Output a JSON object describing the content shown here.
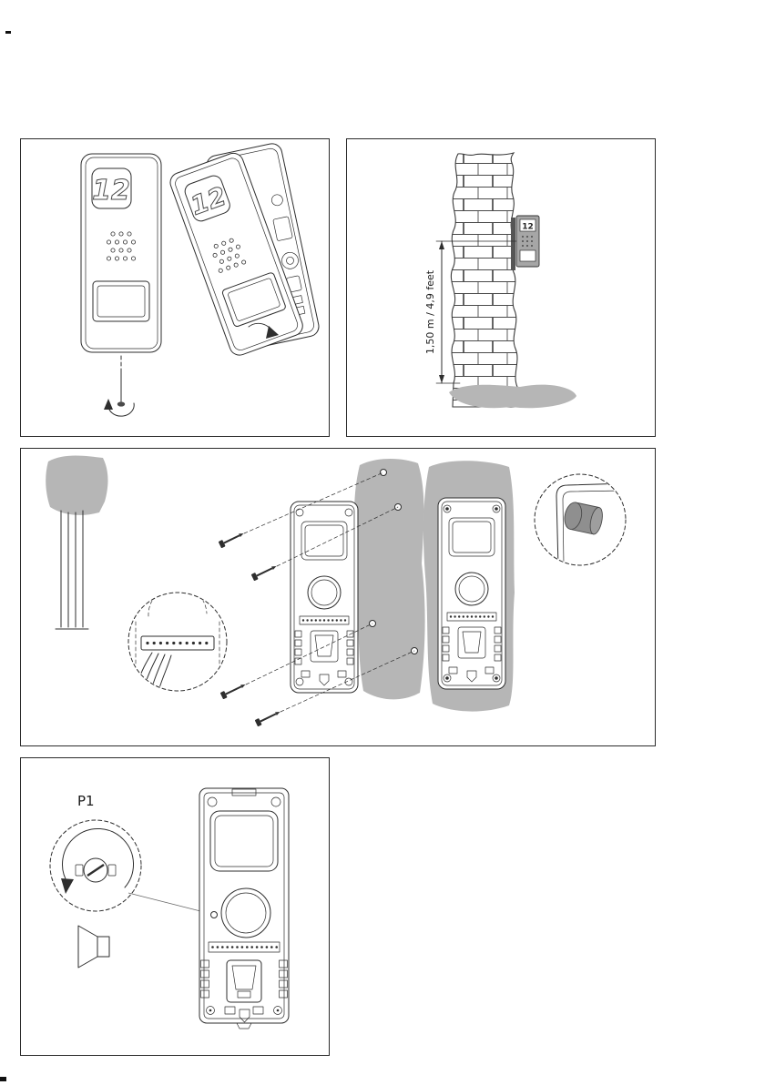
{
  "labels": {
    "unit_number": "12",
    "mounting_height": "1,50 m / 4,9 feet",
    "potentiometer": "P1"
  },
  "colors": {
    "line": "#2e2e2e",
    "wall_gray": "#b6b6b6",
    "device_gray": "#a6a6a6",
    "plug_gray": "#8f8f8f"
  },
  "icons": {
    "speaker_volume_icon": "speaker-shape",
    "rotation_arrow_icon": "curved-arrow",
    "screw_icon": "screw-shape"
  }
}
